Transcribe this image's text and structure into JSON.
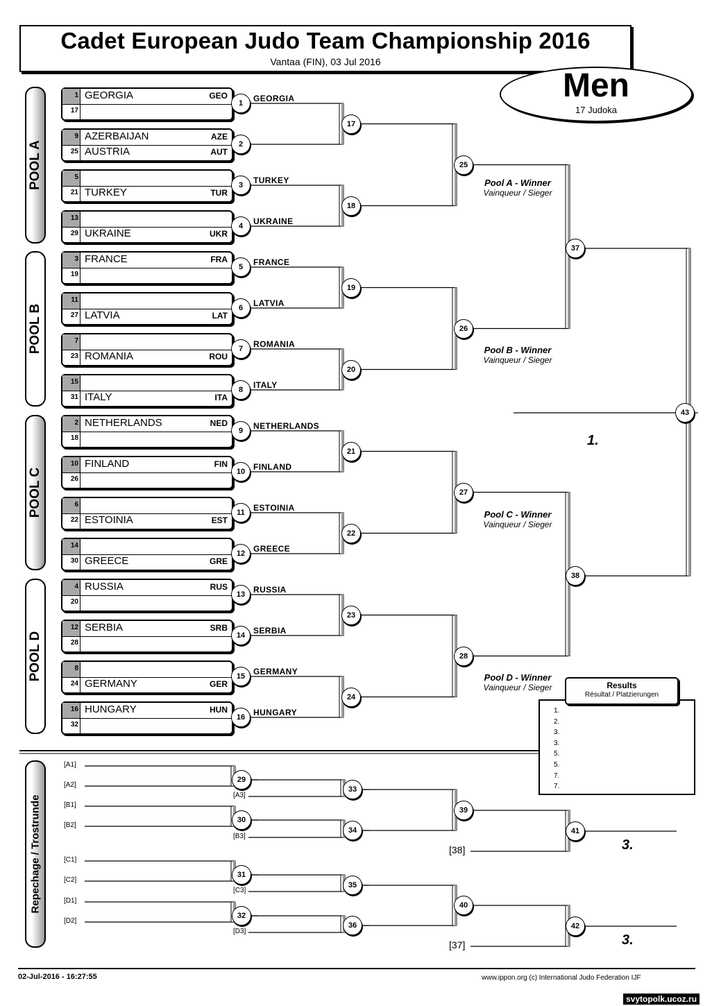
{
  "header": {
    "title": "Cadet European Judo Team Championship 2016",
    "subtitle": "Vantaa (FIN), 03 Jul 2016"
  },
  "category": {
    "label": "Men",
    "count": "17 Judoka"
  },
  "pools": [
    "POOL A",
    "POOL B",
    "POOL C",
    "POOL D"
  ],
  "repechage_label": "Repechage / Trostrunde",
  "entries": [
    {
      "top_seed": "1",
      "top_team": "GEORGIA",
      "top_code": "GEO",
      "bot_seed": "17",
      "bot_team": "",
      "bot_code": ""
    },
    {
      "top_seed": "9",
      "top_team": "AZERBAIJAN",
      "top_code": "AZE",
      "bot_seed": "25",
      "bot_team": "AUSTRIA",
      "bot_code": "AUT"
    },
    {
      "top_seed": "5",
      "top_team": "",
      "top_code": "",
      "bot_seed": "21",
      "bot_team": "TURKEY",
      "bot_code": "TUR"
    },
    {
      "top_seed": "13",
      "top_team": "",
      "top_code": "",
      "bot_seed": "29",
      "bot_team": "UKRAINE",
      "bot_code": "UKR"
    },
    {
      "top_seed": "3",
      "top_team": "FRANCE",
      "top_code": "FRA",
      "bot_seed": "19",
      "bot_team": "",
      "bot_code": ""
    },
    {
      "top_seed": "11",
      "top_team": "",
      "top_code": "",
      "bot_seed": "27",
      "bot_team": "LATVIA",
      "bot_code": "LAT"
    },
    {
      "top_seed": "7",
      "top_team": "",
      "top_code": "",
      "bot_seed": "23",
      "bot_team": "ROMANIA",
      "bot_code": "ROU"
    },
    {
      "top_seed": "15",
      "top_team": "",
      "top_code": "",
      "bot_seed": "31",
      "bot_team": "ITALY",
      "bot_code": "ITA"
    },
    {
      "top_seed": "2",
      "top_team": "NETHERLANDS",
      "top_code": "NED",
      "bot_seed": "18",
      "bot_team": "",
      "bot_code": ""
    },
    {
      "top_seed": "10",
      "top_team": "FINLAND",
      "top_code": "FIN",
      "bot_seed": "26",
      "bot_team": "",
      "bot_code": ""
    },
    {
      "top_seed": "6",
      "top_team": "",
      "top_code": "",
      "bot_seed": "22",
      "bot_team": "ESTOINIA",
      "bot_code": "EST"
    },
    {
      "top_seed": "14",
      "top_team": "",
      "top_code": "",
      "bot_seed": "30",
      "bot_team": "GREECE",
      "bot_code": "GRE"
    },
    {
      "top_seed": "4",
      "top_team": "RUSSIA",
      "top_code": "RUS",
      "bot_seed": "20",
      "bot_team": "",
      "bot_code": ""
    },
    {
      "top_seed": "12",
      "top_team": "SERBIA",
      "top_code": "SRB",
      "bot_seed": "28",
      "bot_team": "",
      "bot_code": ""
    },
    {
      "top_seed": "8",
      "top_team": "",
      "top_code": "",
      "bot_seed": "24",
      "bot_team": "GERMANY",
      "bot_code": "GER"
    },
    {
      "top_seed": "16",
      "top_team": "HUNGARY",
      "top_code": "HUN",
      "bot_seed": "32",
      "bot_team": "",
      "bot_code": ""
    }
  ],
  "round1_winners": [
    "GEORGIA",
    "",
    "TURKEY",
    "UKRAINE",
    "FRANCE",
    "LATVIA",
    "ROMANIA",
    "ITALY",
    "NETHERLANDS",
    "FINLAND",
    "ESTOINIA",
    "GREECE",
    "RUSSIA",
    "SERBIA",
    "GERMANY",
    "HUNGARY"
  ],
  "pool_winner": {
    "A": "Pool A - Winner",
    "B": "Pool B - Winner",
    "C": "Pool C - Winner",
    "D": "Pool D - Winner",
    "sub": "Vainqueur / Sieger"
  },
  "final_place": "1.",
  "results": {
    "title": "Results",
    "subtitle": "Résultat / Platzierungen",
    "places": [
      "1.",
      "2.",
      "3.",
      "3.",
      "5.",
      "5.",
      "7.",
      "7."
    ]
  },
  "repechage": {
    "inputs": [
      "[A1]",
      "[A2]",
      "[B1]",
      "[B2]",
      "[C1]",
      "[C2]",
      "[D1]",
      "[D2]"
    ],
    "subs": [
      "[A3]",
      "[B3]",
      "[C3]",
      "[D3]"
    ],
    "refs": [
      "[38]",
      "[37]"
    ],
    "places": [
      "3.",
      "3."
    ]
  },
  "footer": {
    "date": "02-Jul-2016 - 16:27:55",
    "right": "www.ippon.org   (c) International Judo Federation IJF"
  },
  "watermark": "svytopolk.ucoz.ru"
}
